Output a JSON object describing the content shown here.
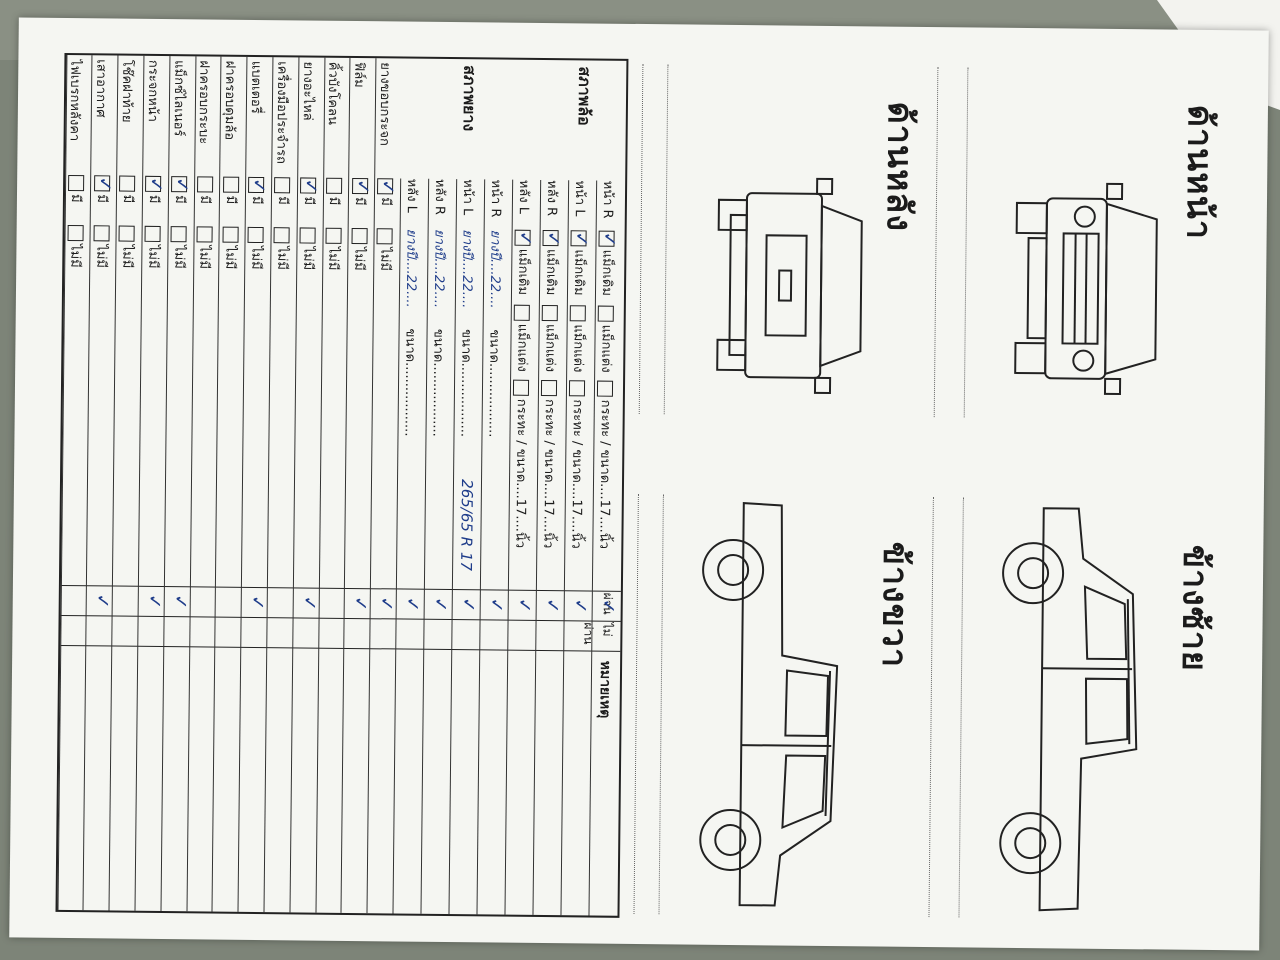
{
  "document": {
    "views": {
      "front": "ด้านหน้า",
      "left": "ข้างซ้าย",
      "rear": "ด้านหลัง",
      "right": "ข้างขวา"
    },
    "header": {
      "col_ok": "ผ่าน",
      "col_fail": "ไม่ผ่าน",
      "col_note": "หมายเหตุ"
    },
    "wheels": {
      "title": "สภาพล้อ",
      "rows": [
        {
          "pos": "หน้า R",
          "opt1": "แม็กเดิม",
          "opt2": "แม็กแต่ง",
          "spec": "กระทะ / ขนาด....17....นิ้ว",
          "ok": "✓"
        },
        {
          "pos": "หน้า L",
          "opt1": "แม็กเดิม",
          "opt2": "แม็กแต่ง",
          "spec": "กระทะ / ขนาด....17....นิ้ว",
          "ok": "✓"
        },
        {
          "pos": "หลัง R",
          "opt1": "แม็กเดิม",
          "opt2": "แม็กแต่ง",
          "spec": "กระทะ / ขนาด....17....นิ้ว",
          "ok": "✓"
        },
        {
          "pos": "หลัง L",
          "opt1": "แม็กเดิม",
          "opt2": "แม็กแต่ง",
          "spec": "กระทะ / ขนาด....17....นิ้ว",
          "ok": "✓"
        }
      ]
    },
    "tires": {
      "title": "สภาพยาง",
      "size_note": "265/65 R 17",
      "rows": [
        {
          "pos": "หน้า R",
          "label": "ยางปี....22....",
          "size": "ขนาด..................",
          "ok": "✓"
        },
        {
          "pos": "หน้า L",
          "label": "ยางปี....22....",
          "size": "ขนาด..................",
          "ok": "✓"
        },
        {
          "pos": "หลัง R",
          "label": "ยางปี....22....",
          "size": "ขนาด..................",
          "ok": "✓"
        },
        {
          "pos": "หลัง L",
          "label": "ยางปี....22....",
          "size": "ขนาด..................",
          "ok": "✓"
        }
      ]
    },
    "yes": "มี",
    "no": "ไม่มี",
    "items": [
      {
        "label": "ยางขอบกระจก",
        "ok": "✓"
      },
      {
        "label": "ฟิล์ม",
        "ok": "✓"
      },
      {
        "label": "คิ้วบังโคลน",
        "ok": ""
      },
      {
        "label": "ยางอะไหล่",
        "ok": "✓"
      },
      {
        "label": "เครื่องมือประจำรถ",
        "ok": ""
      },
      {
        "label": "แบตเตอรี่",
        "ok": "✓"
      },
      {
        "label": "ฝาครอบดุมล้อ",
        "ok": ""
      },
      {
        "label": "ฝาครอบกระบะ",
        "ok": ""
      },
      {
        "label": "แม็กซ์ไลเนอร์",
        "ok": "✓"
      },
      {
        "label": "กระจกหน้า",
        "ok": "✓"
      },
      {
        "label": "โช๊คฝาท้าย",
        "ok": ""
      },
      {
        "label": "เสาอากาศ",
        "ok": "✓"
      },
      {
        "label": "ไฟเบรกหลังคา",
        "ok": ""
      }
    ]
  }
}
